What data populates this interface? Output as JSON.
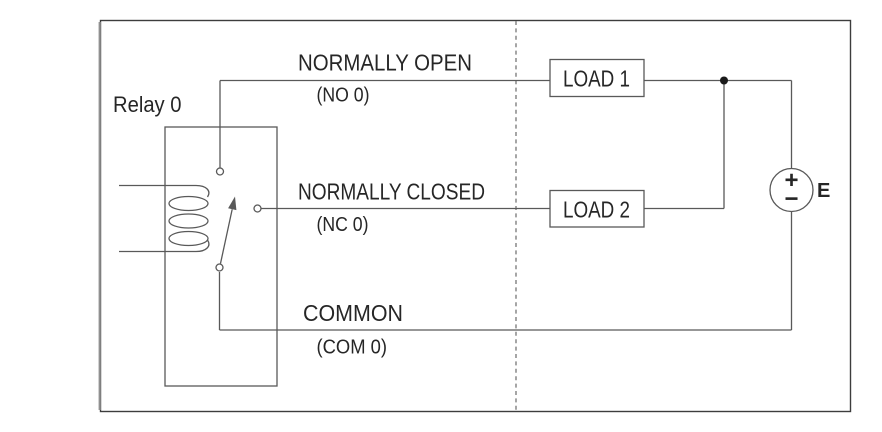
{
  "colors": {
    "frame": "#3d3d3d",
    "frame_left": "#909090",
    "line": "#595959",
    "dashed": "#7f7f7f",
    "text": "#262626",
    "junction": "#1a1a1a"
  },
  "relay": {
    "label": "Relay 0"
  },
  "terminals": {
    "no": {
      "name": "NORMALLY OPEN",
      "pin": "(NO 0)"
    },
    "nc": {
      "name": "NORMALLY CLOSED",
      "pin": "(NC 0)"
    },
    "com": {
      "name": "COMMON",
      "pin": "(COM 0)"
    }
  },
  "loads": [
    {
      "label": "LOAD 1"
    },
    {
      "label": "LOAD 2"
    }
  ],
  "source": {
    "label": "E",
    "positive": "+",
    "negative": "−"
  }
}
